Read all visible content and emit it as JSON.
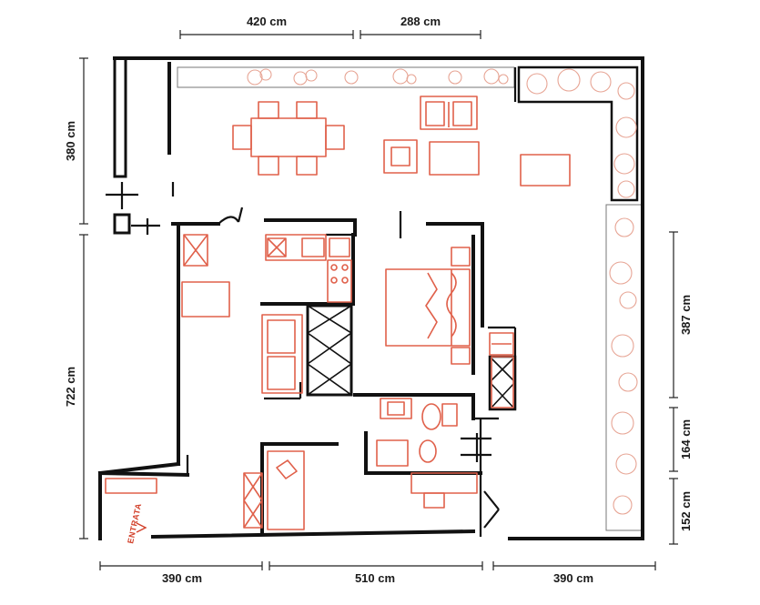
{
  "dimensions": {
    "top": [
      "420 cm",
      "288 cm"
    ],
    "bottom": [
      "390 cm",
      "510 cm",
      "390 cm"
    ],
    "left": [
      "380 cm",
      "722 cm"
    ],
    "right": [
      "387 cm",
      "164 cm",
      "152 cm"
    ]
  },
  "labels": {
    "entrance": "ENTRATA"
  },
  "colors": {
    "wall": "#111111",
    "furniture": "#e0604a",
    "planter": "#e7a595"
  }
}
